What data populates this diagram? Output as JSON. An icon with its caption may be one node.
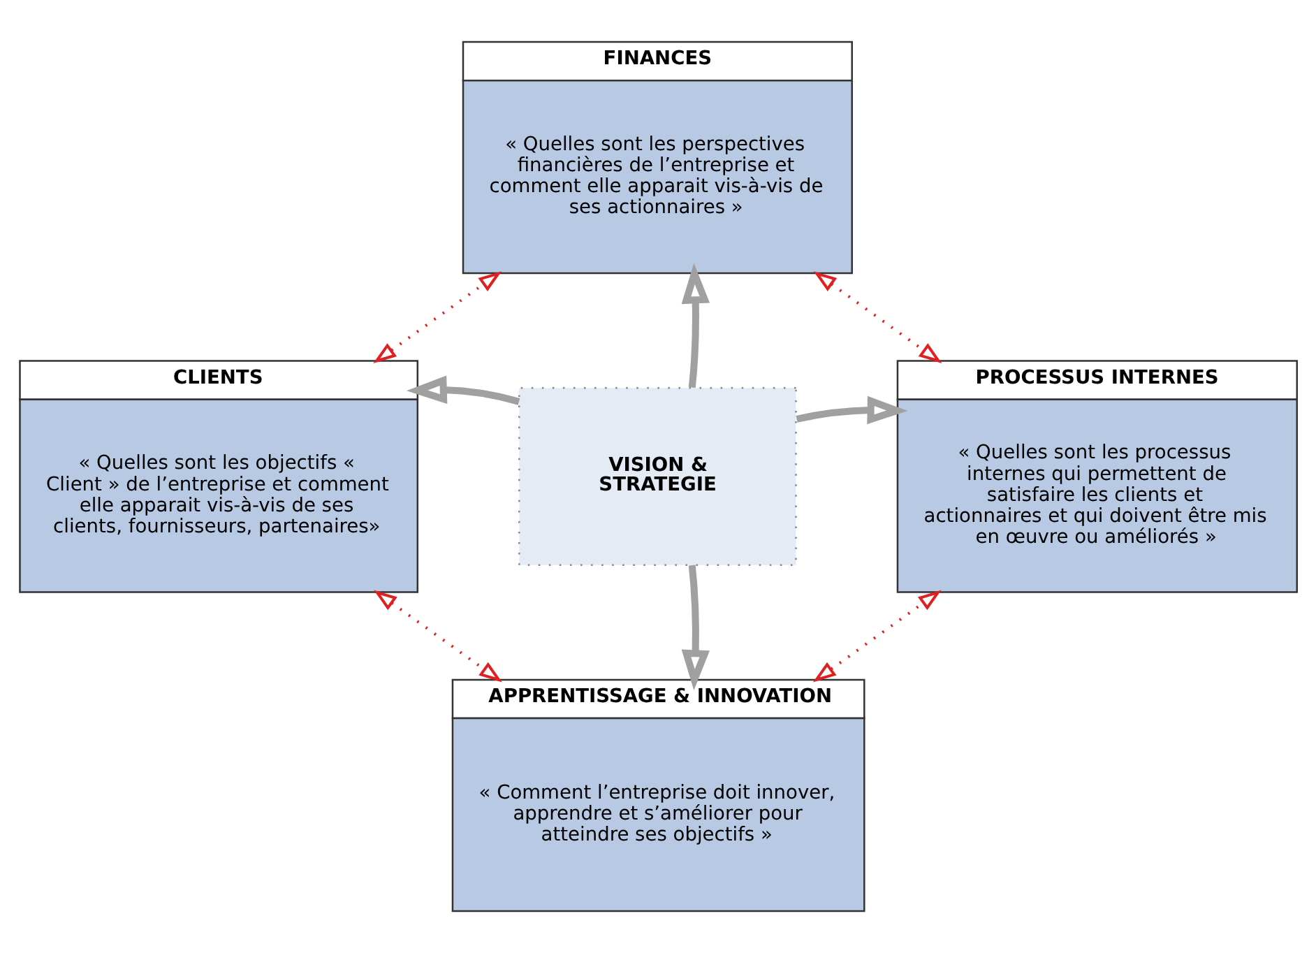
{
  "diagram": {
    "nodes": [
      {
        "text": [
          "FINANCES",
          "« Quelles sont les perspectives financières de l’entreprise et comment elle apparait vis-à-vis de ses actionnaires »"
        ]
      },
      {
        "text": [
          "CLIENTS",
          "« Quelles sont les objectifs « Client » de l’entreprise et comment elle apparait vis-à-vis de ses clients, fournisseurs, partenaires»"
        ]
      },
      {
        "text": [
          "VISION & STRATEGIE"
        ]
      },
      {
        "text": [
          "PROCESSUS INTERNES",
          "« Quelles sont les processus internes qui permettent de satisfaire les clients et actionnaires et qui doivent être mis en œuvre ou améliorés »"
        ]
      },
      {
        "text": [
          "APPRENTISSAGE & INNOVATION",
          "« Comment l’entreprise doit innover, apprendre et s’améliorer pour atteindre ses objectifs »"
        ]
      }
    ],
    "edges": [
      {
        "from": 2,
        "to": 0,
        "arrow": "to",
        "style": "thick",
        "color": "#a0a0a0"
      },
      {
        "from": 2,
        "to": 1,
        "arrow": "to",
        "style": "thick",
        "color": "#a0a0a0"
      },
      {
        "from": 2,
        "to": 3,
        "arrow": "to",
        "style": "thick",
        "color": "#a0a0a0"
      },
      {
        "from": 2,
        "to": 4,
        "arrow": "to",
        "style": "thick",
        "color": "#a0a0a0"
      },
      {
        "from": 1,
        "to": 0,
        "arrow": "both",
        "style": "dashed",
        "color": "#e02020"
      },
      {
        "from": 0,
        "to": 3,
        "arrow": "both",
        "style": "dashed",
        "color": "#e02020"
      },
      {
        "from": 1,
        "to": 4,
        "arrow": "both",
        "style": "dashed",
        "color": "#e02020"
      },
      {
        "from": 4,
        "to": 3,
        "arrow": "both",
        "style": "dashed",
        "color": "#e02020"
      }
    ]
  }
}
